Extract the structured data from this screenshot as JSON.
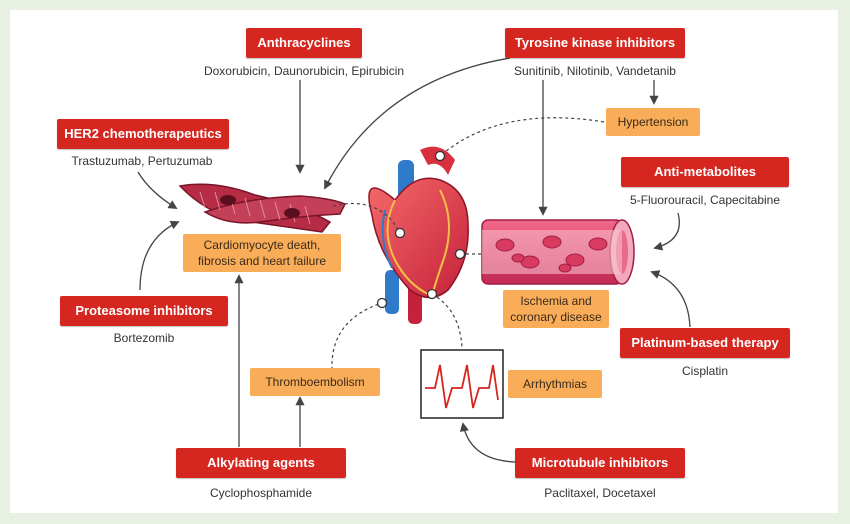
{
  "drug_classes": {
    "anthracyclines": {
      "label": "Anthracyclines",
      "drugs": "Doxorubicin, Daunorubicin, Epirubicin"
    },
    "tki": {
      "label": "Tyrosine kinase inhibitors",
      "drugs": "Sunitinib, Nilotinib, Vandetanib"
    },
    "her2": {
      "label": "HER2 chemotherapeutics",
      "drugs": "Trastuzumab, Pertuzumab"
    },
    "antimetabolites": {
      "label": "Anti-metabolites",
      "drugs": "5-Fluorouracil, Capecitabine"
    },
    "proteasome": {
      "label": "Proteasome inhibitors",
      "drugs": "Bortezomib"
    },
    "platinum": {
      "label": "Platinum-based therapy",
      "drugs": "Cisplatin"
    },
    "alkylating": {
      "label": "Alkylating agents",
      "drugs": "Cyclophosphamide"
    },
    "microtubule": {
      "label": "Microtubule inhibitors",
      "drugs": "Paclitaxel, Docetaxel"
    }
  },
  "outcomes": {
    "hypertension": "Hypertension",
    "cardiomyocyte_line1": "Cardiomyocyte death,",
    "cardiomyocyte_line2": "fibrosis and heart failure",
    "ischemia_line1": "Ischemia and",
    "ischemia_line2": "coronary disease",
    "thromboembolism": "Thromboembolism",
    "arrhythmias": "Arrhythmias"
  },
  "colors": {
    "drug_box": "#d52620",
    "outcome_box": "#f9ad58",
    "background": "#e8f0e3",
    "arrow": "#444444"
  }
}
